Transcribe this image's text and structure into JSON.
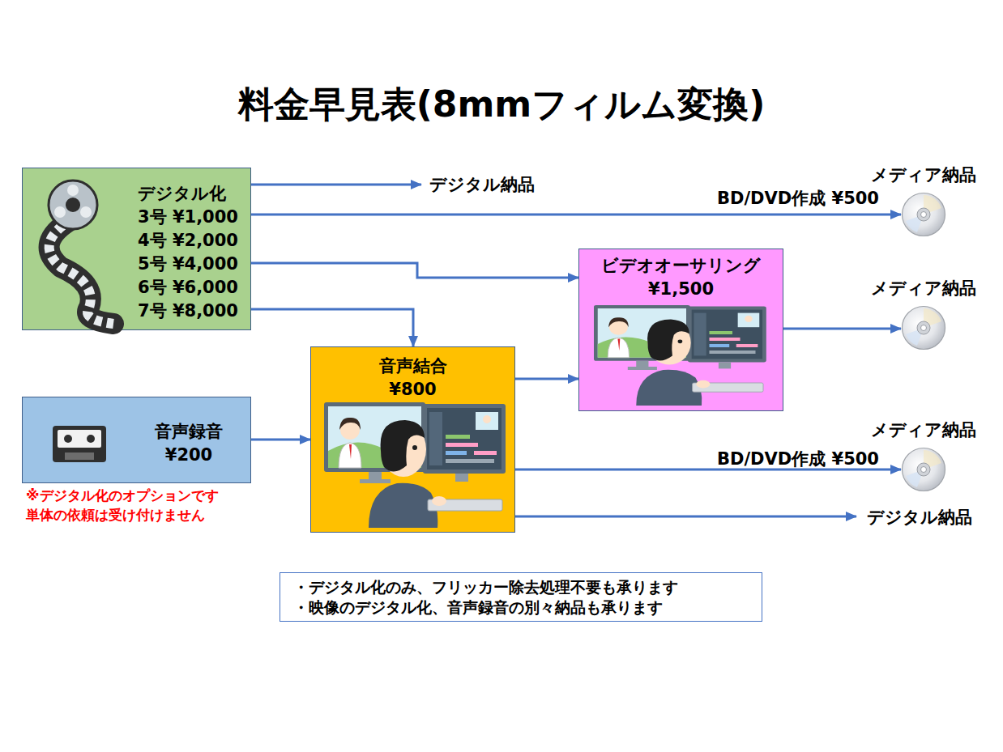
{
  "diagram": {
    "title": "料金早見表(8mmフィルム変換)",
    "nodes": [
      {
        "text": [
          "デジタル化",
          "3号 ¥1,000",
          "4号 ¥2,000",
          "5号 ¥4,000",
          "6号 ¥6,000",
          "7号 ¥8,000"
        ]
      },
      {
        "text": [
          "音声録音",
          "¥200"
        ]
      },
      {
        "text": [
          "音声結合",
          "¥800"
        ]
      },
      {
        "text": [
          "ビデオオーサリング",
          "¥1,500"
        ]
      },
      {
        "text": [
          "デジタル納品"
        ]
      },
      {
        "text": [
          "メディア納品"
        ]
      },
      {
        "text": [
          "メディア納品"
        ]
      },
      {
        "text": [
          "メディア納品"
        ]
      },
      {
        "text": [
          "デジタル納品"
        ]
      },
      {
        "text": [
          "・デジタル化のみ、フリッカー除去処理不要も承ります",
          "・映像のデジタル化、音声録音の別々納品も承ります"
        ]
      }
    ],
    "edges": [
      {
        "from": 0,
        "to": 4,
        "arrow": "to"
      },
      {
        "from": 0,
        "to": 5,
        "label": "BD/DVD作成 ¥500",
        "arrow": "to"
      },
      {
        "from": 0,
        "to": 3,
        "arrow": "to"
      },
      {
        "from": 0,
        "to": 2,
        "arrow": "to"
      },
      {
        "from": 1,
        "to": 2,
        "arrow": "to"
      },
      {
        "from": 2,
        "to": 3,
        "arrow": "to"
      },
      {
        "from": 3,
        "to": 6,
        "arrow": "to"
      },
      {
        "from": 2,
        "to": 7,
        "label": "BD/DVD作成 ¥500",
        "arrow": "to"
      },
      {
        "from": 2,
        "to": 8,
        "arrow": "to"
      }
    ],
    "labels": [
      "※デジタル化のオプションです 単体の依頼は受け付けません"
    ]
  }
}
